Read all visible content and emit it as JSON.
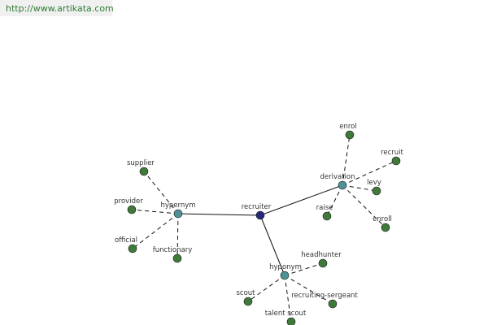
{
  "header": {
    "url_text": "http://www.artikata.com"
  },
  "colors": {
    "center_node": "#28287a",
    "relation_node": "#4e9296",
    "word_node": "#3f7a3a",
    "edge": "#111111"
  },
  "graph": {
    "center": {
      "label": "recruiter"
    },
    "relations": [
      {
        "key": "hypernym",
        "label": "hypernym",
        "words": [
          "supplier",
          "provider",
          "official",
          "functionary"
        ]
      },
      {
        "key": "derivation",
        "label": "derivation",
        "words": [
          "enrol",
          "recruit",
          "levy",
          "raise",
          "enroll"
        ]
      },
      {
        "key": "hyponym",
        "label": "hyponym",
        "words": [
          "headhunter",
          "scout",
          "talent scout",
          "recruiting-sergeant"
        ]
      }
    ]
  }
}
